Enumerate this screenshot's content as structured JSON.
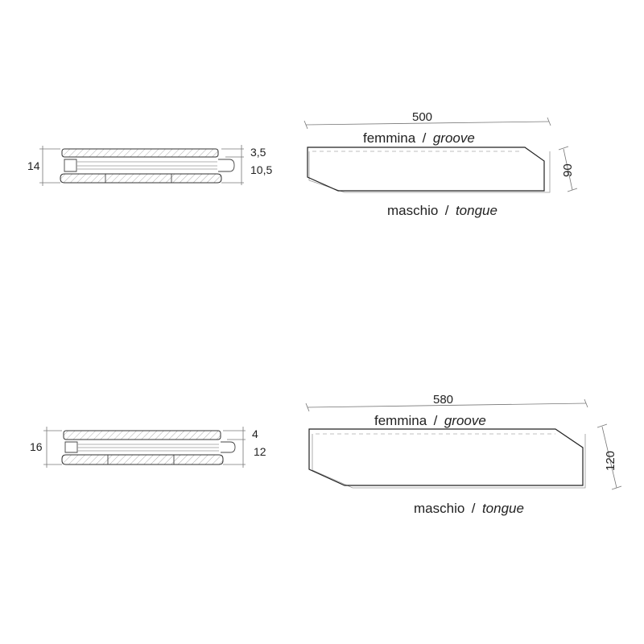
{
  "profiles": [
    {
      "id": "small",
      "cross_section": {
        "total_thickness": "14",
        "top_thickness": "3,5",
        "bottom_thickness": "10,5"
      },
      "plan": {
        "length": "500",
        "width": "90",
        "groove_label": "femmina",
        "groove_label_en": "groove",
        "tongue_label": "maschio",
        "tongue_label_en": "tongue",
        "separator": "/"
      }
    },
    {
      "id": "large",
      "cross_section": {
        "total_thickness": "16",
        "top_thickness": "4",
        "bottom_thickness": "12"
      },
      "plan": {
        "length": "580",
        "width": "120",
        "groove_label": "femmina",
        "groove_label_en": "groove",
        "tongue_label": "maschio",
        "tongue_label_en": "tongue",
        "separator": "/"
      }
    }
  ]
}
